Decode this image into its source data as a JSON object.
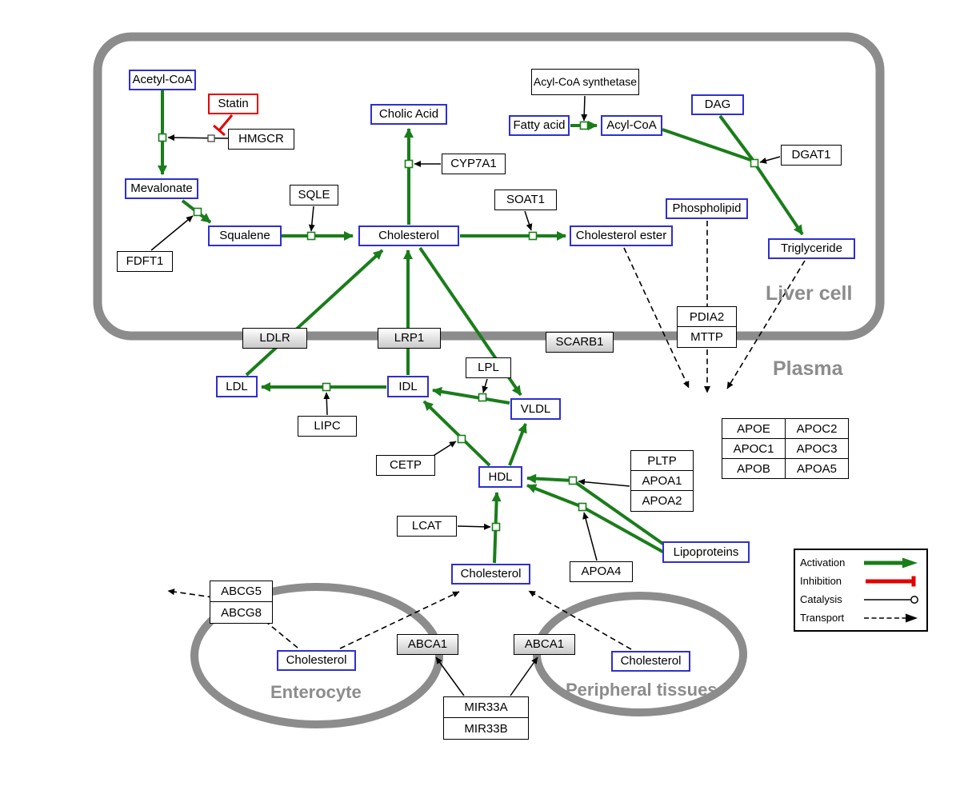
{
  "compartments": {
    "liver": "Liver cell",
    "plasma": "Plasma",
    "enterocyte": "Enterocyte",
    "peripheral": "Peripheral tissues"
  },
  "nodes": {
    "acetyl_coa": "Acetyl-CoA",
    "statin": "Statin",
    "hmgcr": "HMGCR",
    "mevalonate": "Mevalonate",
    "fdft1": "FDFT1",
    "squalene": "Squalene",
    "sqle": "SQLE",
    "cholic_acid": "Cholic Acid",
    "cyp7a1": "CYP7A1",
    "cholesterol_liver": "Cholesterol",
    "soat1": "SOAT1",
    "cholesterol_ester": "Cholesterol ester",
    "acyl_coa_synthetase": "Acyl-CoA synthetase",
    "fatty_acid": "Fatty acid",
    "acyl_coa": "Acyl-CoA",
    "dag": "DAG",
    "dgat1": "DGAT1",
    "phospholipid": "Phospholipid",
    "triglyceride": "Triglyceride",
    "pdia2": "PDIA2",
    "mttp": "MTTP",
    "ldlr": "LDLR",
    "lrp1": "LRP1",
    "scarb1": "SCARB1",
    "ldl": "LDL",
    "idl": "IDL",
    "vldl": "VLDL",
    "lpl": "LPL",
    "lipc": "LIPC",
    "cetp": "CETP",
    "hdl": "HDL",
    "lcat": "LCAT",
    "cholesterol_plasma": "Cholesterol",
    "apoa4": "APOA4",
    "pltp": "PLTP",
    "apoa1": "APOA1",
    "apoa2": "APOA2",
    "lipoproteins": "Lipoproteins",
    "apoe": "APOE",
    "apoc2": "APOC2",
    "apoc1": "APOC1",
    "apoc3": "APOC3",
    "apob": "APOB",
    "apoa5": "APOA5",
    "abcg5": "ABCG5",
    "abcg8": "ABCG8",
    "cholesterol_enterocyte": "Cholesterol",
    "abca1_left": "ABCA1",
    "abca1_right": "ABCA1",
    "cholesterol_peripheral": "Cholesterol",
    "mir33a": "MIR33A",
    "mir33b": "MIR33B"
  },
  "legend": {
    "activation": "Activation",
    "inhibition": "Inhibition",
    "catalysis": "Catalysis",
    "transport": "Transport"
  },
  "colors": {
    "activation_green": "#1a7d1a",
    "inhibition_red": "#e50000",
    "metabolite_blue": "#2f2fd0",
    "membrane_gray": "#8c8c8c"
  }
}
